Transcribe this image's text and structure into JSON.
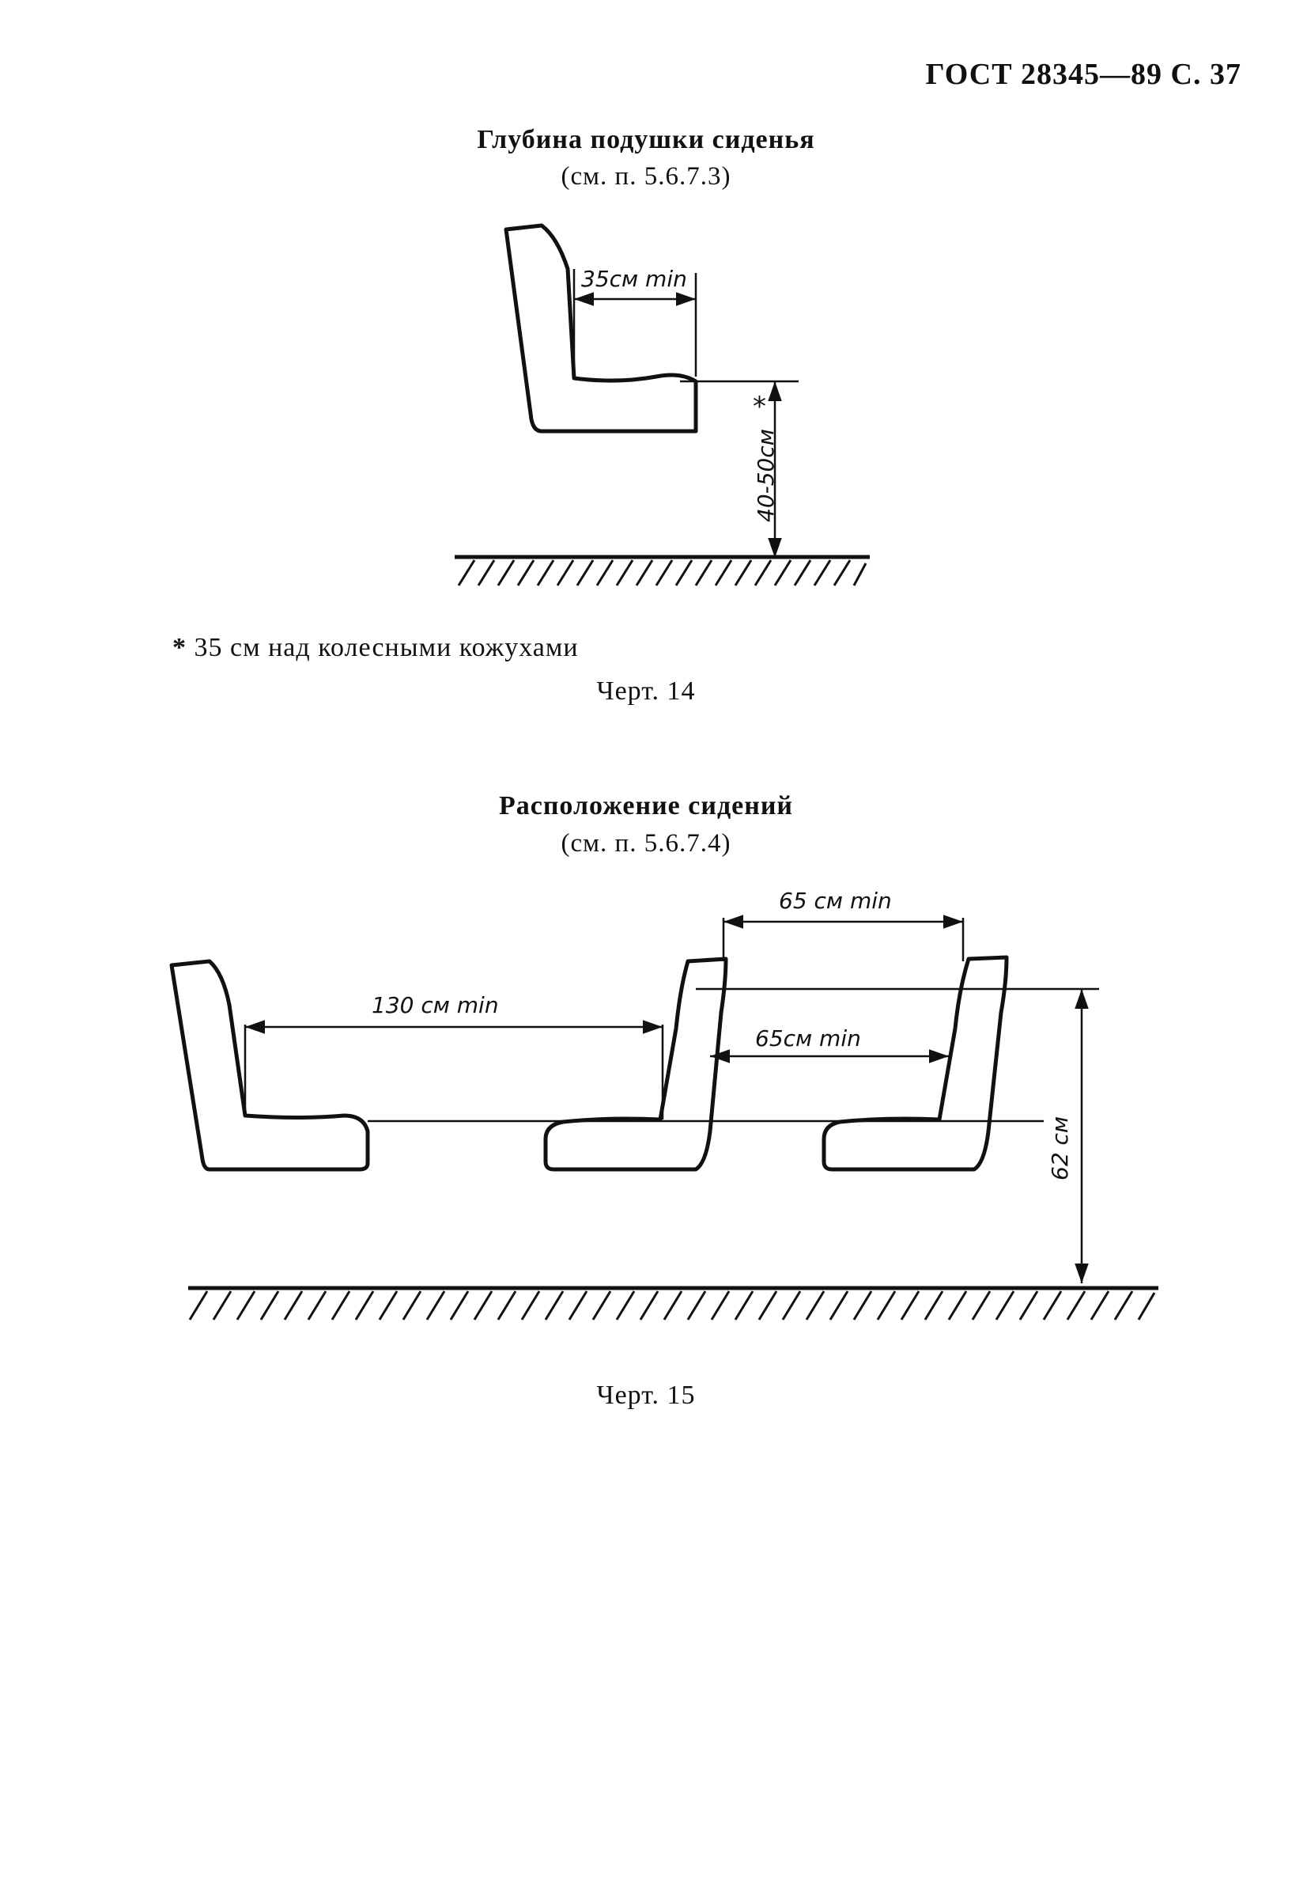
{
  "header": {
    "text": "ГОСТ 28345—89 С. 37"
  },
  "figure14": {
    "title": "Глубина подушки сиденья",
    "reference": "(см. п. 5.6.7.3)",
    "dim_depth": "35см min",
    "dim_height": "40-50см",
    "dim_star": "*",
    "caption": "Черт. 14"
  },
  "footnote": {
    "mark": "*",
    "text": "35 см над колесными кожухами"
  },
  "figure15": {
    "title": "Расположение сидений",
    "reference": "(см. п. 5.6.7.4)",
    "dim_spacing_large": "130 см min",
    "dim_spacing_top": "65 см min",
    "dim_spacing_mid": "65см min",
    "dim_height": "62 см",
    "caption": "Черт. 15"
  }
}
